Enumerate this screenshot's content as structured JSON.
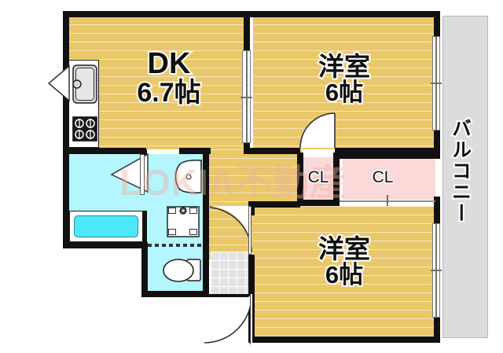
{
  "document": {
    "kind": "japanese-apartment-floor-plan",
    "watermark": "LOKIA不動産"
  },
  "rooms": [
    {
      "id": "dk",
      "name": "DK",
      "size": "6.7帖",
      "color": "#e9c86a"
    },
    {
      "id": "washitsu1",
      "name": "洋室",
      "size": "6帖",
      "color": "#e9c86a"
    },
    {
      "id": "washitsu2",
      "name": "洋室",
      "size": "6帖",
      "color": "#e9c86a"
    }
  ],
  "closets": [
    {
      "id": "cl-1",
      "name": "CL",
      "color": "#fbd9d9"
    },
    {
      "id": "cl-2",
      "name": "CL",
      "color": "#fbd9d9"
    }
  ],
  "balcony": {
    "name": "バルコニー",
    "color": "#dcdcdc"
  },
  "fixtures": {
    "kitchen_sink": "kitchen-sink",
    "gas_stove": "gas-stove",
    "bathtub": "bathtub",
    "washbasin": "washbasin",
    "washer_pan": "washing-machine-pan",
    "toilet": "toilet",
    "entrance_tile": "entrance-tiles"
  },
  "doors": {
    "entry_door": "entrance-door",
    "dk_sliding": "sliding-door",
    "bedroom1_door": "hinged-door",
    "bedroom2_door": "hinged-door",
    "bath_folding": "folding-door",
    "balcony_window_top": "sliding-window",
    "balcony_window_bottom": "sliding-window"
  },
  "colors": {
    "wall": "#111111",
    "floor": "#e9c86a",
    "water": "#b4f6fd",
    "closet": "#fbd9d9",
    "balcony": "#dcdcdc",
    "tile": "#e2e2e2"
  }
}
